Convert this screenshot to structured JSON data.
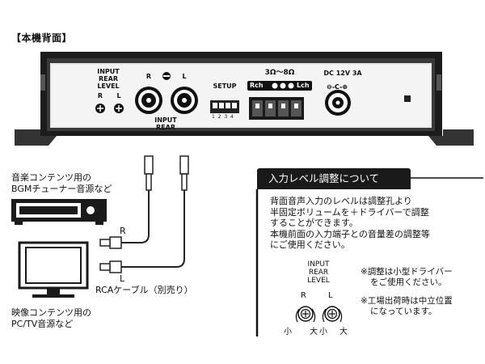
{
  "title": "【本機背面】",
  "rear_panel": {
    "input_rear_level": [
      "INPUT",
      "REAR",
      "LEVEL"
    ],
    "r": "R",
    "l": "L",
    "jack_r": "R",
    "jack_l": "L",
    "input_rear": [
      "INPUT",
      "REAR"
    ],
    "setup": "SETUP",
    "dip_numbers": [
      "1",
      "2",
      "3",
      "4"
    ],
    "impedance": "3Ω～8Ω",
    "rch": "Rch",
    "lch": "Lch",
    "dc": "DC 12V 3A"
  },
  "sources": {
    "bgm": [
      "音楽コンテンツ用の",
      "BGMチューナー音源など"
    ],
    "pc": [
      "映像コンテンツ用の",
      "PC/TV音源など"
    ]
  },
  "cable": {
    "r": "R",
    "l": "L",
    "label": "RCAケーブル（別売り）"
  },
  "panel": {
    "title": "入力レベル調整について",
    "body": [
      "背面音声入力のレベルは調整孔より",
      "半固定ボリュームを＋ドライバーで調整",
      "することができます。",
      "本機前面の入力端子との音量差の調整等",
      "にご使用ください。"
    ],
    "level_label": [
      "INPUT",
      "REAR",
      "LEVEL"
    ],
    "r": "R",
    "l": "L",
    "small": "小",
    "large": "大",
    "note1": [
      "※調整は小型ドライバー",
      "をご使用ください。"
    ],
    "note2": [
      "※工場出荷時は中立位置",
      "になっています。"
    ]
  }
}
